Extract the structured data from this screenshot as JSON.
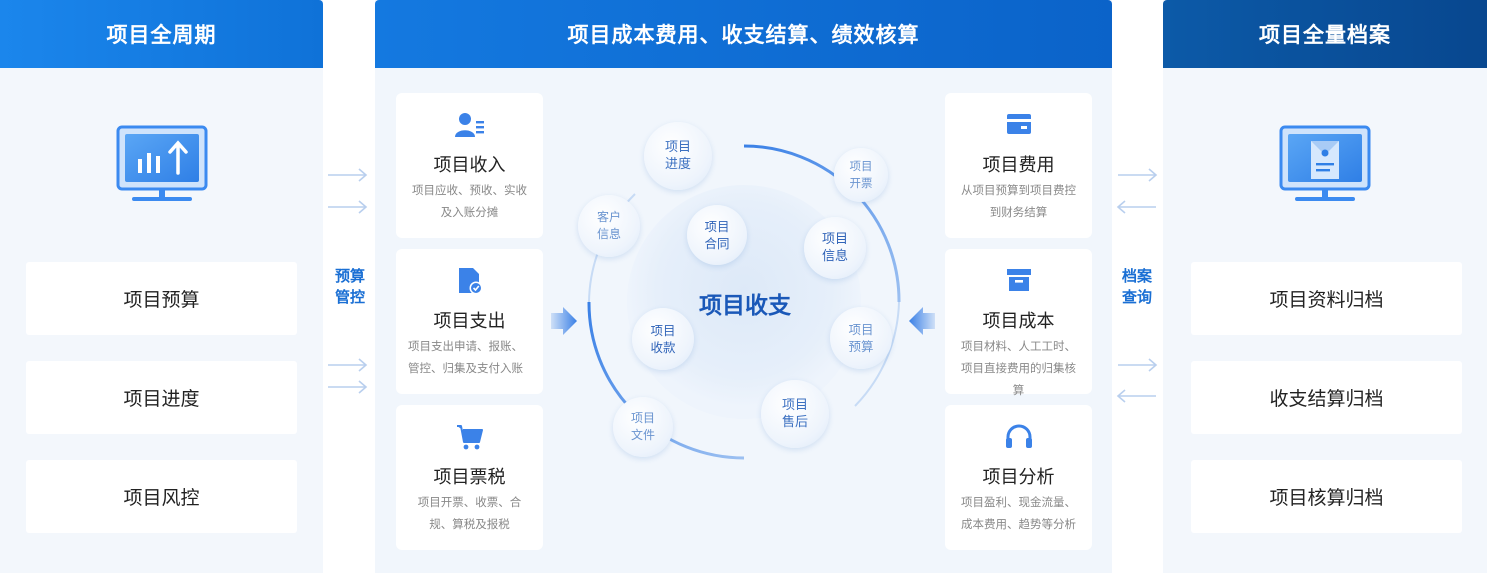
{
  "left": {
    "header": "项目全周期",
    "icon": "monitor-chart-icon",
    "items": [
      "项目预算",
      "项目进度",
      "项目风控"
    ]
  },
  "left_connector": {
    "label_line1": "预算",
    "label_line2": "管控"
  },
  "middle": {
    "header": "项目成本费用、收支结算、绩效核算",
    "center_label": "项目收支",
    "left_cards": [
      {
        "icon": "user-list-icon",
        "title": "项目收入",
        "desc": "项目应收、预收、实收及入账分摊"
      },
      {
        "icon": "document-check-icon",
        "title": "项目支出",
        "desc": "项目支出申请、报账、管控、归集及支付入账"
      },
      {
        "icon": "cart-icon",
        "title": "项目票税",
        "desc": "项目开票、收票、合规、算税及报税"
      }
    ],
    "right_cards": [
      {
        "icon": "card-icon",
        "title": "项目费用",
        "desc": "从项目预算到项目费控到财务结算"
      },
      {
        "icon": "archive-box-icon",
        "title": "项目成本",
        "desc": "项目材料、人工工时、项目直接费用的归集核算"
      },
      {
        "icon": "headset-icon",
        "title": "项目分析",
        "desc": "项目盈利、现金流量、成本费用、趋势等分析"
      }
    ],
    "bubbles": [
      {
        "line1": "项目",
        "line2": "进度"
      },
      {
        "line1": "项目",
        "line2": "开票"
      },
      {
        "line1": "客户",
        "line2": "信息"
      },
      {
        "line1": "项目",
        "line2": "合同"
      },
      {
        "line1": "项目",
        "line2": "信息"
      },
      {
        "line1": "项目",
        "line2": "收款"
      },
      {
        "line1": "项目",
        "line2": "预算"
      },
      {
        "line1": "项目",
        "line2": "售后"
      },
      {
        "line1": "项目",
        "line2": "文件"
      }
    ]
  },
  "right_connector": {
    "label_line1": "档案",
    "label_line2": "查询"
  },
  "right": {
    "header": "项目全量档案",
    "icon": "monitor-document-icon",
    "items": [
      "项目资料归档",
      "收支结算归档",
      "项目核算归档"
    ]
  },
  "colors": {
    "primary": "#1a6fd4",
    "dark": "#08478f",
    "bg": "#f3f7fc"
  }
}
